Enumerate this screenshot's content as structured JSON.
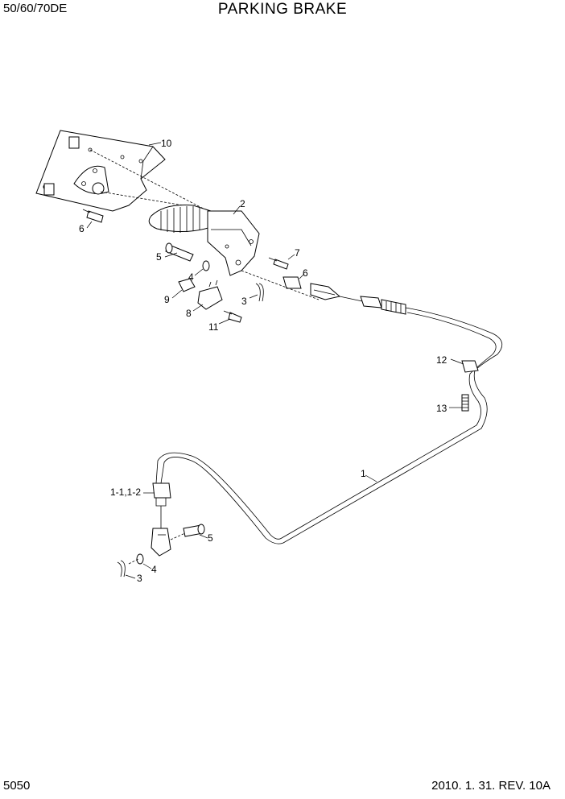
{
  "header": {
    "model": "50/60/70DE",
    "title": "PARKING BRAKE"
  },
  "footer": {
    "page_number": "5050",
    "revision": "2010. 1. 31. REV. 10A"
  },
  "callouts": {
    "c1": "1",
    "c1_1": "1-1,1-2",
    "c2": "2",
    "c3a": "3",
    "c3b": "3",
    "c4a": "4",
    "c4b": "4",
    "c5a": "5",
    "c5b": "5",
    "c6a": "6",
    "c6b": "6",
    "c7": "7",
    "c8": "8",
    "c9": "9",
    "c10": "10",
    "c11": "11",
    "c12": "12",
    "c13": "13"
  }
}
